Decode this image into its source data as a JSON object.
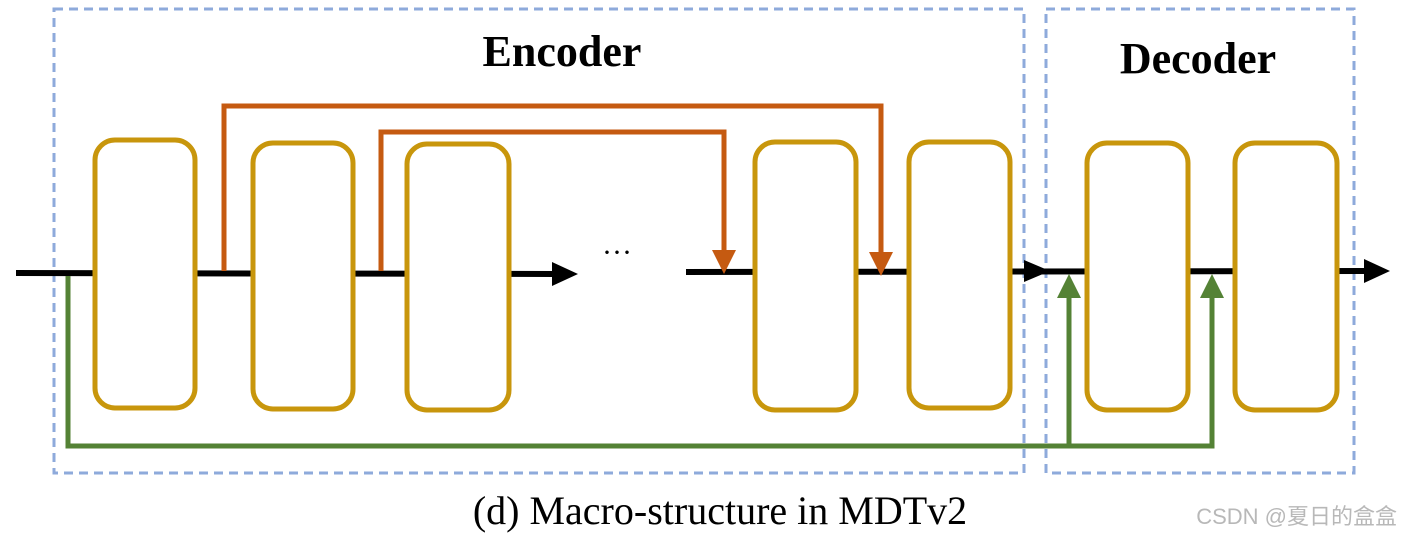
{
  "diagram": {
    "encoder_label": "Encoder",
    "decoder_label": "Decoder",
    "ellipsis": "···",
    "caption": "(d) Macro-structure in MDTv2"
  },
  "watermark": "CSDN @夏日的盒盒",
  "colors": {
    "block_border": "#c8960c",
    "skip_connection": "#c55a11",
    "long_skip": "#548235",
    "main_flow": "#000000",
    "region_border": "#8eaadb"
  }
}
